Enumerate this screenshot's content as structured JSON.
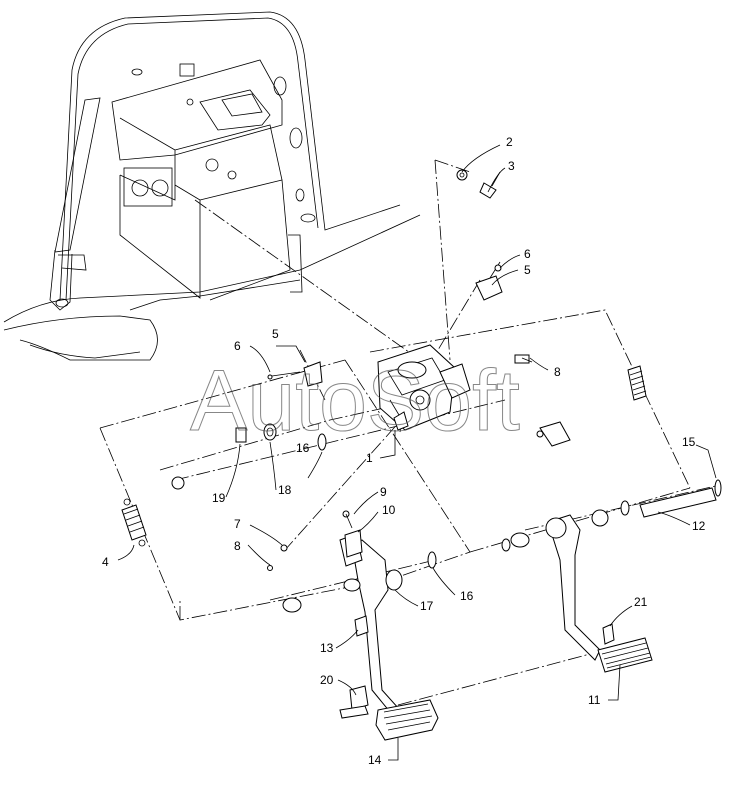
{
  "watermark": "AutoSoft",
  "callouts": [
    {
      "id": "c1",
      "label": "1"
    },
    {
      "id": "c2",
      "label": "2"
    },
    {
      "id": "c3",
      "label": "3"
    },
    {
      "id": "c4",
      "label": "4"
    },
    {
      "id": "c5a",
      "label": "5"
    },
    {
      "id": "c5b",
      "label": "5"
    },
    {
      "id": "c6a",
      "label": "6"
    },
    {
      "id": "c6b",
      "label": "6"
    },
    {
      "id": "c7",
      "label": "7"
    },
    {
      "id": "c8a",
      "label": "8"
    },
    {
      "id": "c8b",
      "label": "8"
    },
    {
      "id": "c9",
      "label": "9"
    },
    {
      "id": "c10",
      "label": "10"
    },
    {
      "id": "c11",
      "label": "11"
    },
    {
      "id": "c12",
      "label": "12"
    },
    {
      "id": "c13",
      "label": "13"
    },
    {
      "id": "c14",
      "label": "14"
    },
    {
      "id": "c15",
      "label": "15"
    },
    {
      "id": "c16a",
      "label": "16"
    },
    {
      "id": "c16b",
      "label": "16"
    },
    {
      "id": "c17",
      "label": "17"
    },
    {
      "id": "c18",
      "label": "18"
    },
    {
      "id": "c19",
      "label": "19"
    },
    {
      "id": "c20",
      "label": "20"
    },
    {
      "id": "c21",
      "label": "21"
    }
  ]
}
